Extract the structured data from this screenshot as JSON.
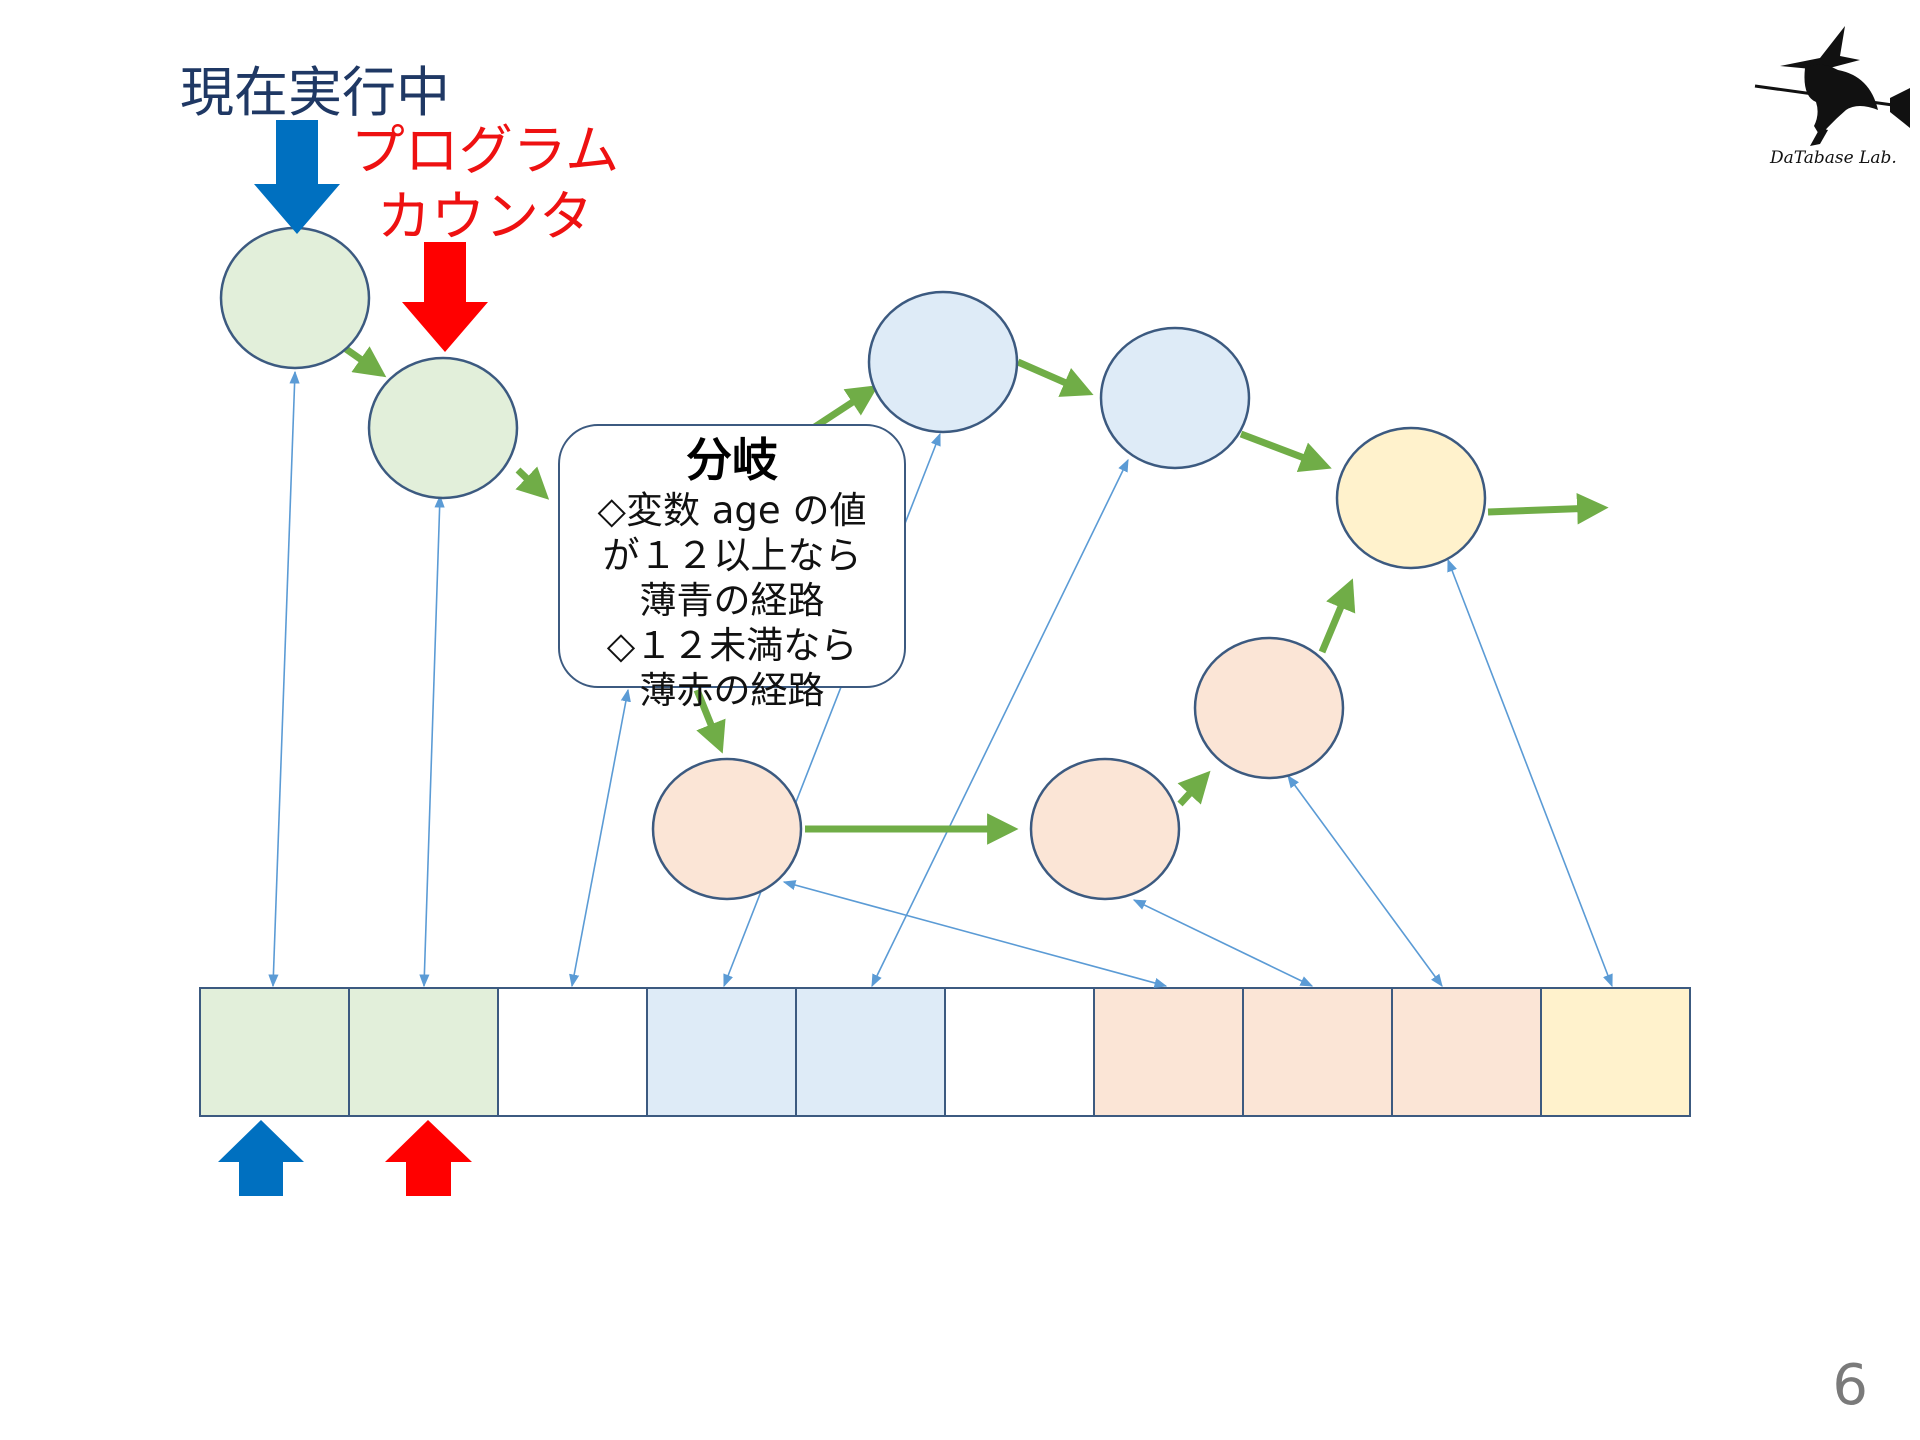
{
  "labels": {
    "current_executing": "現在実行中",
    "program_counter_line1": "プログラム",
    "program_counter_line2": "カウンタ"
  },
  "branch": {
    "title": "分岐",
    "lines": [
      "◇変数 age の値",
      "が１２以上なら",
      "薄青の経路",
      "◇１２未満なら",
      "薄赤の経路"
    ]
  },
  "logo": {
    "text": "DaTabase Lab."
  },
  "page_number": "6",
  "colors": {
    "green_node": "#e2efda",
    "blue_node": "#deebf7",
    "pink_node": "#fbe5d6",
    "yellow_node": "#fff2cc",
    "node_border": "#3c5a80",
    "flow_arrow": "#70ad47",
    "link_arrow": "#5b9bd5",
    "current_arrow": "#0070c0",
    "pc_arrow": "#ff0000"
  }
}
